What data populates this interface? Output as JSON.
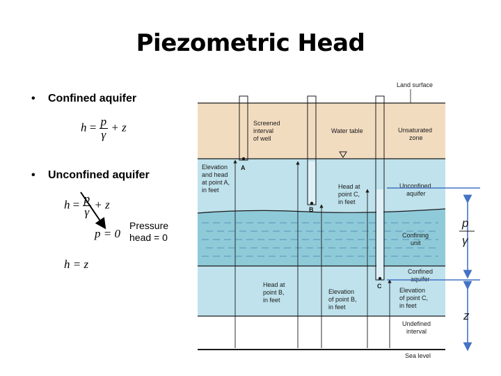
{
  "title": "Piezometric Head",
  "bullets": {
    "confined": "Confined aquifer",
    "unconfined": "Unconfined aquifer"
  },
  "equations": {
    "h": "h",
    "eq": "=",
    "p": "p",
    "gamma": "γ",
    "plus_z": "+ z",
    "p_eq_0": "p = 0",
    "h_eq_z": "h = z"
  },
  "pressure_note": {
    "line1": "Pressure",
    "line2": "head = 0"
  },
  "diagram_labels": {
    "land_surface": "Land surface",
    "screened_1": "Screened",
    "screened_2": "interval",
    "screened_3": "of well",
    "water_table": "Water table",
    "unsat_1": "Unsaturated",
    "unsat_2": "zone",
    "elev_a_1": "Elevation",
    "elev_a_2": "and head",
    "elev_a_3": "at point A,",
    "elev_a_4": "in feet",
    "head_c_1": "Head at",
    "head_c_2": "point C,",
    "head_c_3": "in feet",
    "unconf_1": "Unconfined",
    "unconf_2": "aquifer",
    "confining_1": "Confining",
    "confining_2": "unit",
    "confined_1": "Confined",
    "confined_2": "aquifer",
    "head_b_1": "Head at",
    "head_b_2": "point B,",
    "head_b_3": "in feet",
    "elev_b_1": "Elevation",
    "elev_b_2": "of point B,",
    "elev_b_3": "in feet",
    "elev_c_1": "Elevation",
    "elev_c_2": "of point C,",
    "elev_c_3": "in feet",
    "undef_1": "Undefined",
    "undef_2": "interval",
    "sea_level": "Sea level",
    "point_a": "A",
    "point_b": "B",
    "point_c": "C"
  },
  "side_labels": {
    "p": "p",
    "gamma": "γ",
    "z": "z"
  },
  "colors": {
    "unsaturated": "#f2dcc0",
    "aquifer": "#bfe2ec",
    "confining": "#8fcad9",
    "lines": "#1a1a1a",
    "arrows": "#4472c4"
  }
}
